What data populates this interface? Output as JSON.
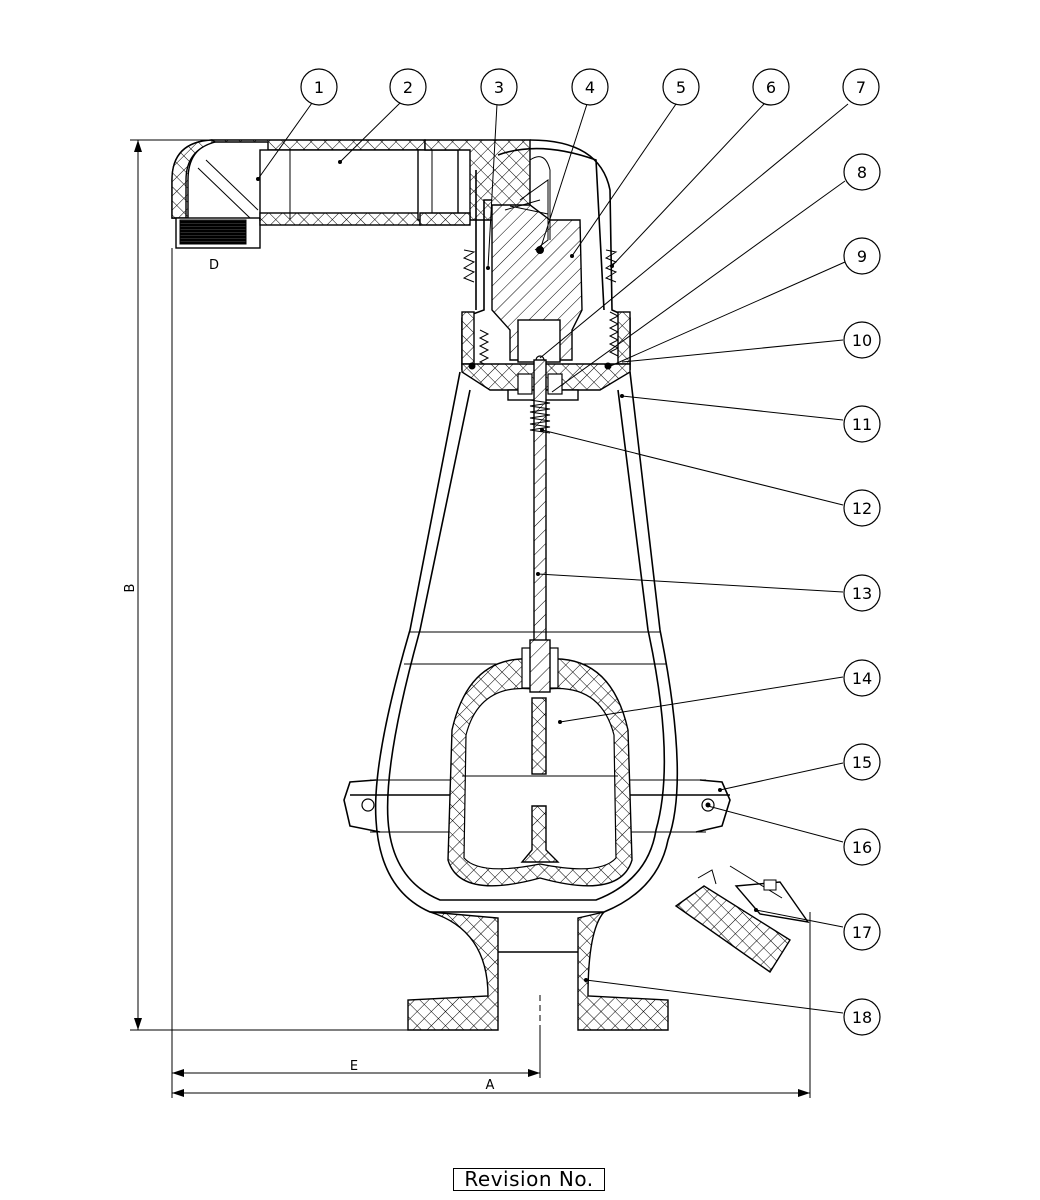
{
  "balloons": [
    {
      "number": "1"
    },
    {
      "number": "2"
    },
    {
      "number": "3"
    },
    {
      "number": "4"
    },
    {
      "number": "5"
    },
    {
      "number": "6"
    },
    {
      "number": "7"
    },
    {
      "number": "8"
    },
    {
      "number": "9"
    },
    {
      "number": "10"
    },
    {
      "number": "11"
    },
    {
      "number": "12"
    },
    {
      "number": "13"
    },
    {
      "number": "14"
    },
    {
      "number": "15"
    },
    {
      "number": "16"
    },
    {
      "number": "17"
    },
    {
      "number": "18"
    }
  ],
  "dimensions": {
    "a": "A",
    "b": "B",
    "d": "D",
    "e": "E"
  },
  "revision_label": "Revision No."
}
